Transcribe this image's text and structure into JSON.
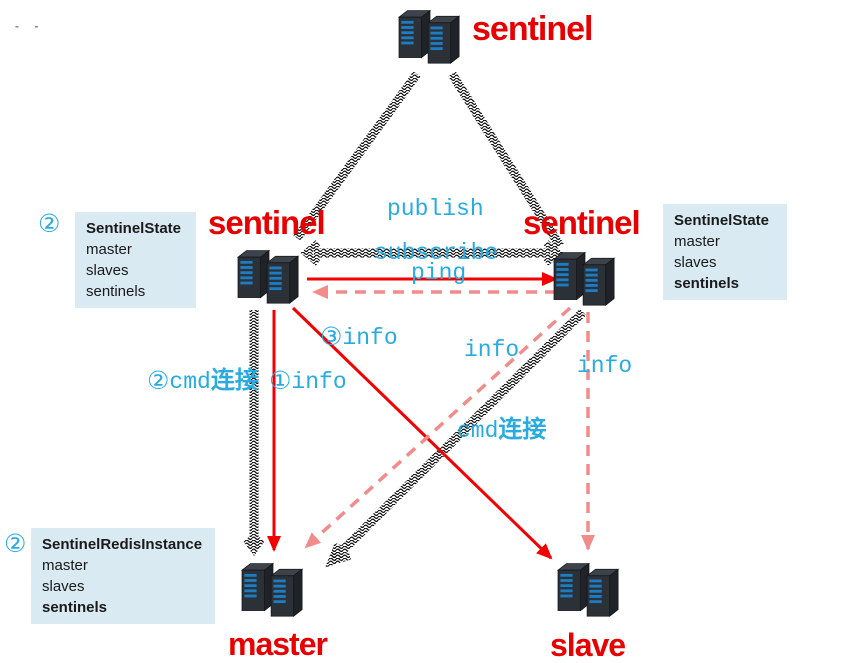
{
  "diagram": {
    "stray_mark": "- -",
    "nodes": {
      "sentinel_top": {
        "label": "sentinel"
      },
      "sentinel_left": {
        "label": "sentinel"
      },
      "sentinel_right": {
        "label": "sentinel"
      },
      "master": {
        "label": "master"
      },
      "slave": {
        "label": "slave"
      }
    },
    "edges": {
      "publish": "publish",
      "subscribe": "subscribe",
      "ping": "ping",
      "info_3": {
        "num": "③",
        "text": "info"
      },
      "cmd_2": {
        "num": "②",
        "text": "cmd",
        "cn": "连接"
      },
      "info_1": {
        "num": "①",
        "text": "info"
      },
      "info_to_master": "info",
      "info_to_slave": "info",
      "cmd_cn": {
        "text": "cmd",
        "cn": "连接"
      }
    },
    "boxes": {
      "left": {
        "num": "②",
        "title": "SentinelState",
        "items": [
          "master",
          "slaves",
          "sentinels"
        ]
      },
      "right": {
        "title": "SentinelState",
        "items": [
          "master",
          "slaves",
          "sentinels"
        ]
      },
      "bottom": {
        "num": "②",
        "title": "SentinelRedisInstance",
        "items": [
          "master",
          "slaves",
          "sentinels"
        ]
      }
    },
    "colors": {
      "accent_cyan": "#29abe2",
      "label_red": "#e60000",
      "arrow_red": "#f20000",
      "arrow_pink": "#f28b8b",
      "box_bg": "#d9eaf2",
      "texture_black": "#0a0a0a"
    }
  }
}
